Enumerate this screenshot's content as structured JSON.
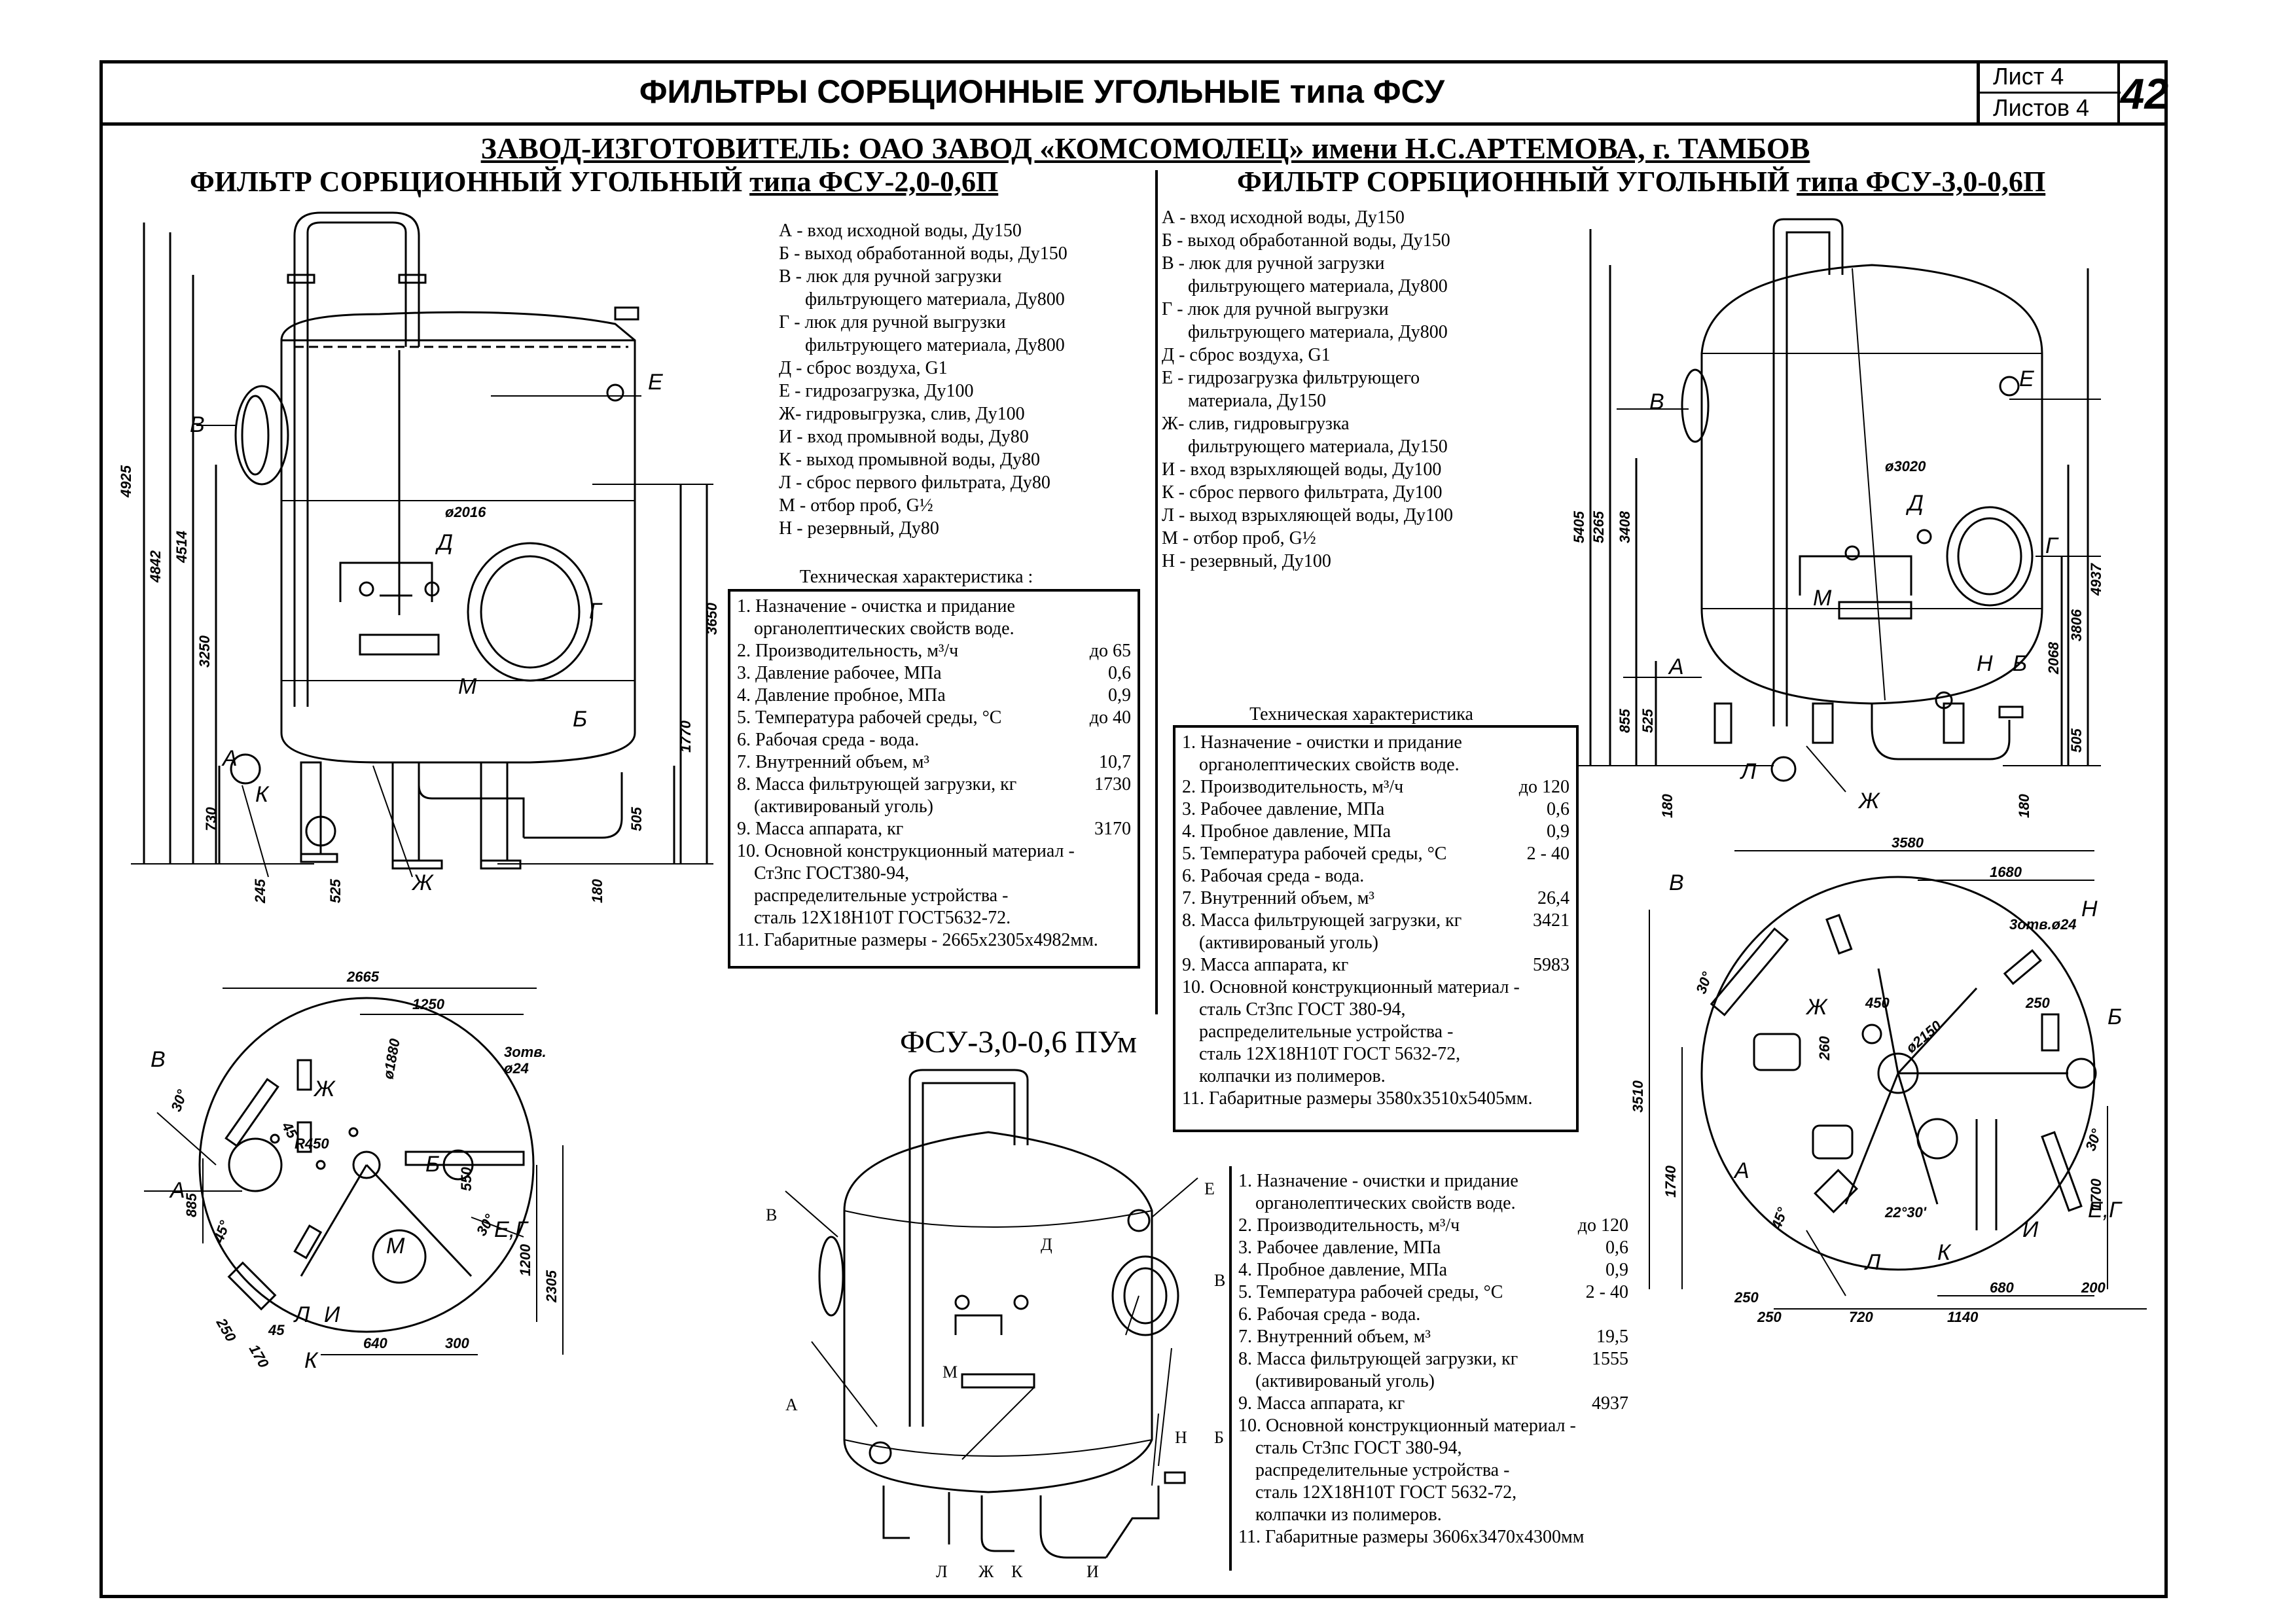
{
  "header": {
    "title": "ФИЛЬТРЫ СОРБЦИОННЫЕ УГОЛЬНЫЕ типа ФСУ",
    "sheet_label": "Лист 4",
    "sheets_label": "Листов 4",
    "page_number": "42"
  },
  "manufacturer": "ЗАВОД-ИЗГОТОВИТЕЛЬ: ОАО ЗАВОД «КОМСОМОЛЕЦ» имени Н.С.АРТЕМОВА, г. ТАМБОВ",
  "left": {
    "title_main": "ФИЛЬТР СОРБЦИОННЫЙ УГОЛЬНЫЙ ",
    "title_type": "типа ФСУ-2,0-0,6П",
    "legend": [
      "А - вход исходной воды, Ду150",
      "Б - выход обработанной воды, Ду150",
      "В - люк для ручной загрузки",
      "фильтрующего материала, Ду800",
      "Г - люк для ручной выгрузки",
      "фильтрующего материала, Ду800",
      "Д - сброс воздуха, G1",
      "Е - гидрозагрузка, Ду100",
      "Ж- гидровыгрузка, слив, Ду100",
      "И - вход промывной воды, Ду80",
      "К - выход промывной воды, Ду80",
      "Л - сброс первого фильтрата, Ду80",
      "М - отбор проб, G½",
      "Н - резервный, Ду80"
    ],
    "spec_caption": "Техническая характеристика :",
    "spec": [
      {
        "k": "1. Назначение - очистка и придание",
        "v": ""
      },
      {
        "k": "органолептических свойств воде.",
        "v": "",
        "ind": true
      },
      {
        "k": "2. Производительность, м³/ч",
        "v": "до 65"
      },
      {
        "k": "3. Давление рабочее, МПа",
        "v": "0,6"
      },
      {
        "k": "4. Давление пробное, МПа",
        "v": "0,9"
      },
      {
        "k": "5. Температура рабочей среды, °С",
        "v": "до 40"
      },
      {
        "k": "6. Рабочая среда - вода.",
        "v": ""
      },
      {
        "k": "7. Внутренний объем, м³",
        "v": "10,7"
      },
      {
        "k": "8. Масса фильтрующей загрузки, кг",
        "v": "1730"
      },
      {
        "k": "(активированый уголь)",
        "v": "",
        "ind": true
      },
      {
        "k": "9. Масса аппарата, кг",
        "v": "3170"
      },
      {
        "k": "10. Основной конструкционный материал -",
        "v": ""
      },
      {
        "k": "Ст3пс ГОСТ380-94,",
        "v": "",
        "ind": true
      },
      {
        "k": "распределительные устройства -",
        "v": "",
        "ind": true
      },
      {
        "k": "сталь 12Х18Н10Т ГОСТ5632-72.",
        "v": "",
        "ind": true
      },
      {
        "k": "11. Габаритные размеры - 2665х2305х4982мм.",
        "v": ""
      }
    ],
    "dims": {
      "h1": "4925",
      "h2": "4842",
      "h3": "4514",
      "h4": "3250",
      "h5": "3650",
      "h6": "1770",
      "h7": "730",
      "h8": "245",
      "h9": "525",
      "h10": "505",
      "h11": "180",
      "d": "ø2016",
      "p1": "2665",
      "p2": "1250",
      "p3": "3отв.",
      "p4": "ø24",
      "p5": "ø1880",
      "p6": "R450",
      "p7": "885",
      "p8": "550",
      "p9": "1200",
      "p10": "2305",
      "p11": "640",
      "p12": "300",
      "p13": "250",
      "p14": "170",
      "p15": "45",
      "p16": "45°",
      "p17": "30°",
      "p18": "30°",
      "p19": "45"
    },
    "labels": {
      "A": "А",
      "B": "Б",
      "V": "В",
      "G": "Г",
      "D": "Д",
      "E": "Е",
      "Zh": "Ж",
      "K": "К",
      "L": "Л",
      "M": "М",
      "I": "И",
      "EG": "Е,Г"
    }
  },
  "right": {
    "title_main": "ФИЛЬТР СОРБЦИОННЫЙ УГОЛЬНЫЙ ",
    "title_type": "типа ФСУ-3,0-0,6П",
    "legend": [
      "А - вход исходной воды, Ду150",
      "Б - выход обработанной воды, Ду150",
      "В - люк для ручной загрузки",
      "фильтрующего материала, Ду800",
      "Г - люк для ручной выгрузки",
      "фильтрующего материала, Ду800",
      "Д - сброс воздуха, G1",
      "Е - гидрозагрузка фильтрующего",
      "материала, Ду150",
      "Ж- слив, гидровыгрузка",
      "фильтрующего материала, Ду150",
      "И - вход взрыхляющей воды, Ду100",
      "К - сброс первого фильтрата, Ду100",
      "Л - выход взрыхляющей воды, Ду100",
      "М - отбор проб, G½",
      "Н - резервный, Ду100"
    ],
    "spec_caption": "Техническая характеристика",
    "spec": [
      {
        "k": "1. Назначение - очистки и придание",
        "v": ""
      },
      {
        "k": "органолептических свойств воде.",
        "v": "",
        "ind": true
      },
      {
        "k": "2. Производительность, м³/ч",
        "v": "до 120"
      },
      {
        "k": "3. Рабочее давление, МПа",
        "v": "0,6"
      },
      {
        "k": "4. Пробное давление, МПа",
        "v": "0,9"
      },
      {
        "k": "5. Температура рабочей среды, °С",
        "v": "2 - 40"
      },
      {
        "k": "6. Рабочая среда - вода.",
        "v": ""
      },
      {
        "k": "7. Внутренний объем, м³",
        "v": "26,4"
      },
      {
        "k": "8. Масса фильтрующей загрузки, кг",
        "v": "3421"
      },
      {
        "k": "(активированый уголь)",
        "v": "",
        "ind": true
      },
      {
        "k": "9. Масса аппарата, кг",
        "v": "5983"
      },
      {
        "k": "10. Основной конструкционный материал -",
        "v": ""
      },
      {
        "k": "сталь Ст3пс ГОСТ 380-94,",
        "v": "",
        "ind": true
      },
      {
        "k": "распределительные устройства -",
        "v": "",
        "ind": true
      },
      {
        "k": "сталь 12Х18Н10Т ГОСТ 5632-72,",
        "v": "",
        "ind": true
      },
      {
        "k": "колпачки из полимеров.",
        "v": "",
        "ind": true
      },
      {
        "k": "11. Габаритные размеры 3580х3510х5405мм.",
        "v": ""
      }
    ],
    "dims": {
      "h1": "5405",
      "h2": "5265",
      "h3": "3408",
      "h4": "855",
      "h5": "525",
      "h6": "180",
      "h7": "4937",
      "h8": "3806",
      "h9": "2068",
      "h10": "505",
      "h11": "180",
      "d": "ø3020",
      "p1": "3580",
      "p2": "1680",
      "p3": "3отв.ø24",
      "p4": "450",
      "p5": "ø2150",
      "p6": "260",
      "p7": "250",
      "p8": "3510",
      "p9": "1740",
      "p10": "1700",
      "p11": "22°30'",
      "p12": "680",
      "p13": "200",
      "p14": "720",
      "p15": "1140",
      "p16": "250",
      "p17": "250",
      "p18": "45°",
      "p19": "30°",
      "p20": "30°"
    },
    "labels": {
      "A": "А",
      "B": "Б",
      "V": "В",
      "G": "Г",
      "D": "Д",
      "E": "Е",
      "Zh": "Ж",
      "K": "К",
      "L": "Л",
      "M": "М",
      "I": "И",
      "N": "Н",
      "EG": "Е,Г"
    }
  },
  "center": {
    "title": "ФСУ-3,0-0,6 ПУм",
    "labels": {
      "V": "В",
      "E": "Е",
      "D": "Д",
      "B2": "В",
      "M": "М",
      "A": "А",
      "N": "Н",
      "B": "Б",
      "L": "Л",
      "Zh": "Ж",
      "K": "К",
      "I": "И"
    },
    "spec": [
      {
        "k": "1. Назначение - очистки и придание",
        "v": ""
      },
      {
        "k": "органолептических свойств воде.",
        "v": "",
        "ind": true
      },
      {
        "k": "2. Производительность, м³/ч",
        "v": "до 120"
      },
      {
        "k": "3. Рабочее давление, МПа",
        "v": "0,6"
      },
      {
        "k": "4. Пробное давление, МПа",
        "v": "0,9"
      },
      {
        "k": "5. Температура рабочей среды, °С",
        "v": "2 - 40"
      },
      {
        "k": "6. Рабочая среда - вода.",
        "v": ""
      },
      {
        "k": "7. Внутренний объем, м³",
        "v": "19,5"
      },
      {
        "k": "8. Масса фильтрующей загрузки, кг",
        "v": "1555"
      },
      {
        "k": "(активированый уголь)",
        "v": "",
        "ind": true
      },
      {
        "k": "9. Масса аппарата, кг",
        "v": "4937"
      },
      {
        "k": "10. Основной конструкционный материал -",
        "v": ""
      },
      {
        "k": "сталь Ст3пс ГОСТ 380-94,",
        "v": "",
        "ind": true
      },
      {
        "k": "распределительные устройства -",
        "v": "",
        "ind": true
      },
      {
        "k": "сталь 12Х18Н10Т ГОСТ 5632-72,",
        "v": "",
        "ind": true
      },
      {
        "k": "колпачки из полимеров.",
        "v": "",
        "ind": true
      },
      {
        "k": "11. Габаритные размеры 3606х3470х4300мм",
        "v": ""
      }
    ]
  }
}
